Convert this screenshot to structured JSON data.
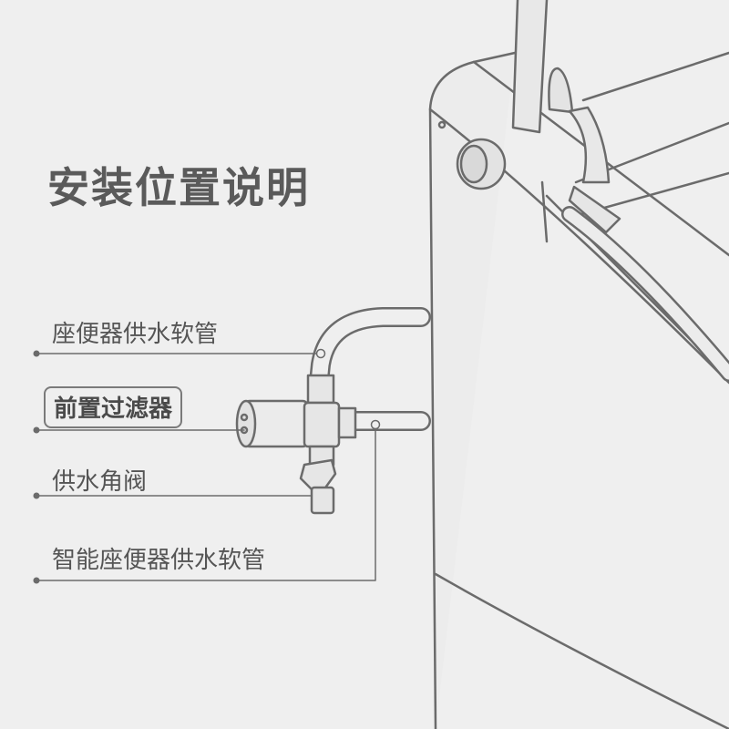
{
  "title": "安装位置说明",
  "labels": {
    "toilet_hose": "座便器供水软管",
    "pre_filter": "前置过滤器",
    "angle_valve": "供水角阀",
    "smart_toilet_hose": "智能座便器供水软管"
  },
  "colors": {
    "background": "#efefef",
    "line": "#6b6b6b",
    "text": "#555555",
    "title": "#5a5a5a"
  }
}
